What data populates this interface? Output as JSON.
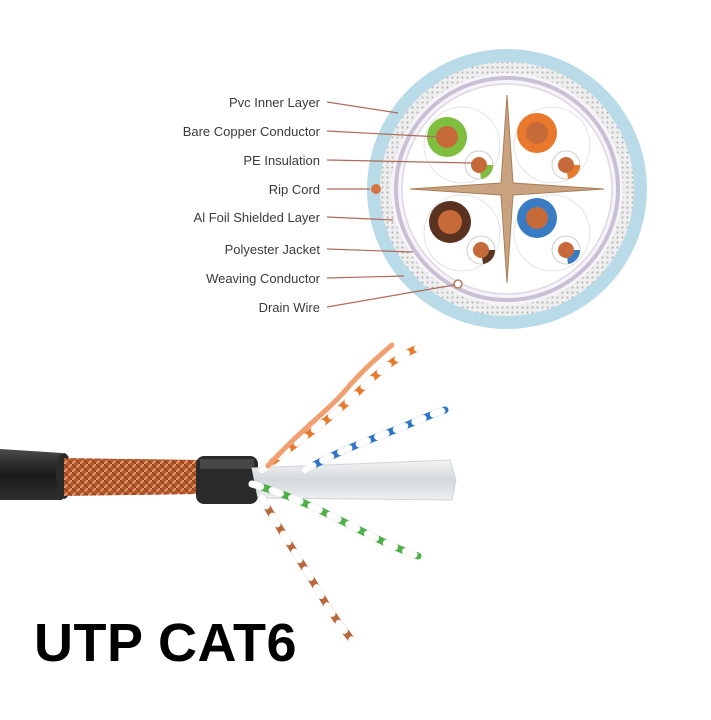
{
  "labels": [
    "Pvc Inner Layer",
    "Bare Copper Conductor",
    "PE Insulation",
    "Rip Cord",
    "Al Foil Shielded Layer",
    "Polyester Jacket",
    "Weaving Conductor",
    "Drain Wire"
  ],
  "title": "UTP CAT6",
  "colors": {
    "jacket_outer": "#b9dbe8",
    "braid": "#d9d9d9",
    "foil": "#c8c1d6",
    "cross_filler": "#c9a27f",
    "copper": "#c76a3a",
    "green": "#7fbf3f",
    "orange": "#e8782c",
    "brown": "#5a3320",
    "blue": "#3a7cc4",
    "cable_black": "#1f1f1f"
  }
}
